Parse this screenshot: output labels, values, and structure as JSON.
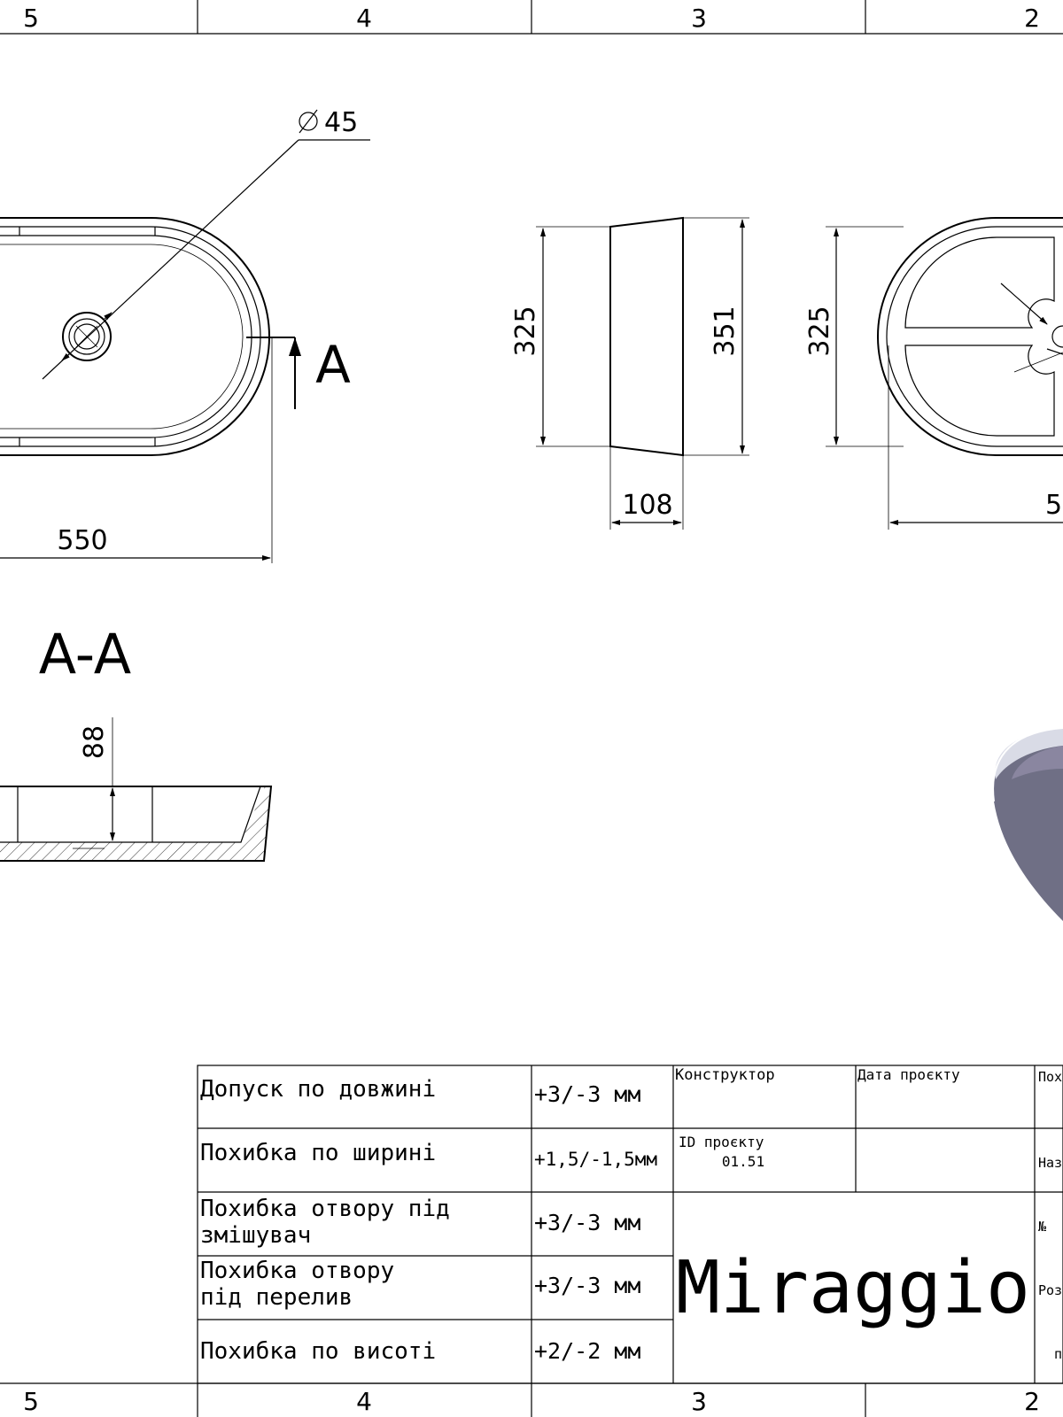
{
  "zones": {
    "top": [
      "5",
      "4",
      "3",
      "2"
    ],
    "bottom": [
      "5",
      "4",
      "3",
      "2"
    ]
  },
  "dimensions": {
    "hole_diameter": "45",
    "top_length": "550",
    "side_depth_outer": "325",
    "side_depth_inner": "351",
    "side_height": "108",
    "right_depth": "325",
    "right_width_partial": "5",
    "section_height": "88"
  },
  "section": {
    "marker": "A",
    "title": "A-A"
  },
  "tolerances": [
    {
      "label": "Допуск по довжині",
      "value": "+3/-3 мм"
    },
    {
      "label": "Похибка по ширині",
      "value": "+1,5/-1,5мм"
    },
    {
      "label_line1": "Похибка отвору під",
      "label_line2": "змішувач",
      "value": "+3/-3 мм"
    },
    {
      "label_line1": "Похибка отвору",
      "label_line2": "під перелив",
      "value": "+3/-3 мм"
    },
    {
      "label": "Похибка по висоті",
      "value": "+2/-2 мм"
    }
  ],
  "title_block": {
    "designer_label": "Конструктор",
    "date_label": "Дата проєкту",
    "project_id_label": "ID проєкту",
    "project_id_value": "01.51",
    "brand": "Miraggio",
    "right_col": {
      "c1": "Пох",
      "c2": "Наз",
      "c3": "№",
      "c4": "Роз",
      "c5": "п"
    }
  },
  "colors": {
    "render_body": "#6f6f85",
    "render_rim": "#d9dbe6",
    "render_inner": "#8a86a0"
  }
}
